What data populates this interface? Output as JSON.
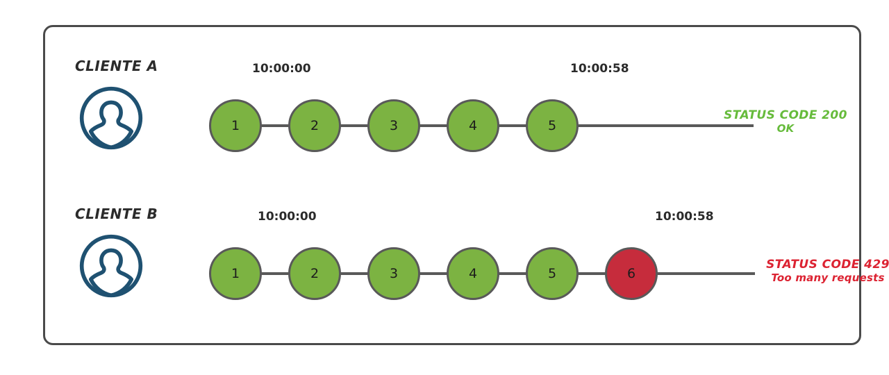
{
  "diagram": {
    "title_visible": false,
    "colors": {
      "node_ok": "#7CB342",
      "node_error": "#C62C3C",
      "node_stroke": "#595959",
      "avatar": "#1F5171",
      "status_ok": "#66BB3B",
      "status_error": "#DC2332",
      "panel_border": "#4A4A4A"
    }
  },
  "rows": [
    {
      "client_label": "CLIENTE A",
      "avatar_icon": "user-avatar-icon",
      "start_time": "10:00:00",
      "end_time": "10:00:58",
      "nodes": [
        {
          "label": "1",
          "state": "ok"
        },
        {
          "label": "2",
          "state": "ok"
        },
        {
          "label": "3",
          "state": "ok"
        },
        {
          "label": "4",
          "state": "ok"
        },
        {
          "label": "5",
          "state": "ok"
        }
      ],
      "status": {
        "line1": "STATUS CODE 200",
        "line2": "OK",
        "state": "ok"
      }
    },
    {
      "client_label": "CLIENTE B",
      "avatar_icon": "user-avatar-icon",
      "start_time": "10:00:00",
      "end_time": "10:00:58",
      "nodes": [
        {
          "label": "1",
          "state": "ok"
        },
        {
          "label": "2",
          "state": "ok"
        },
        {
          "label": "3",
          "state": "ok"
        },
        {
          "label": "4",
          "state": "ok"
        },
        {
          "label": "5",
          "state": "ok"
        },
        {
          "label": "6",
          "state": "error"
        }
      ],
      "status": {
        "line1": "STATUS CODE 429",
        "line2": "Too many requests",
        "state": "error"
      }
    }
  ]
}
